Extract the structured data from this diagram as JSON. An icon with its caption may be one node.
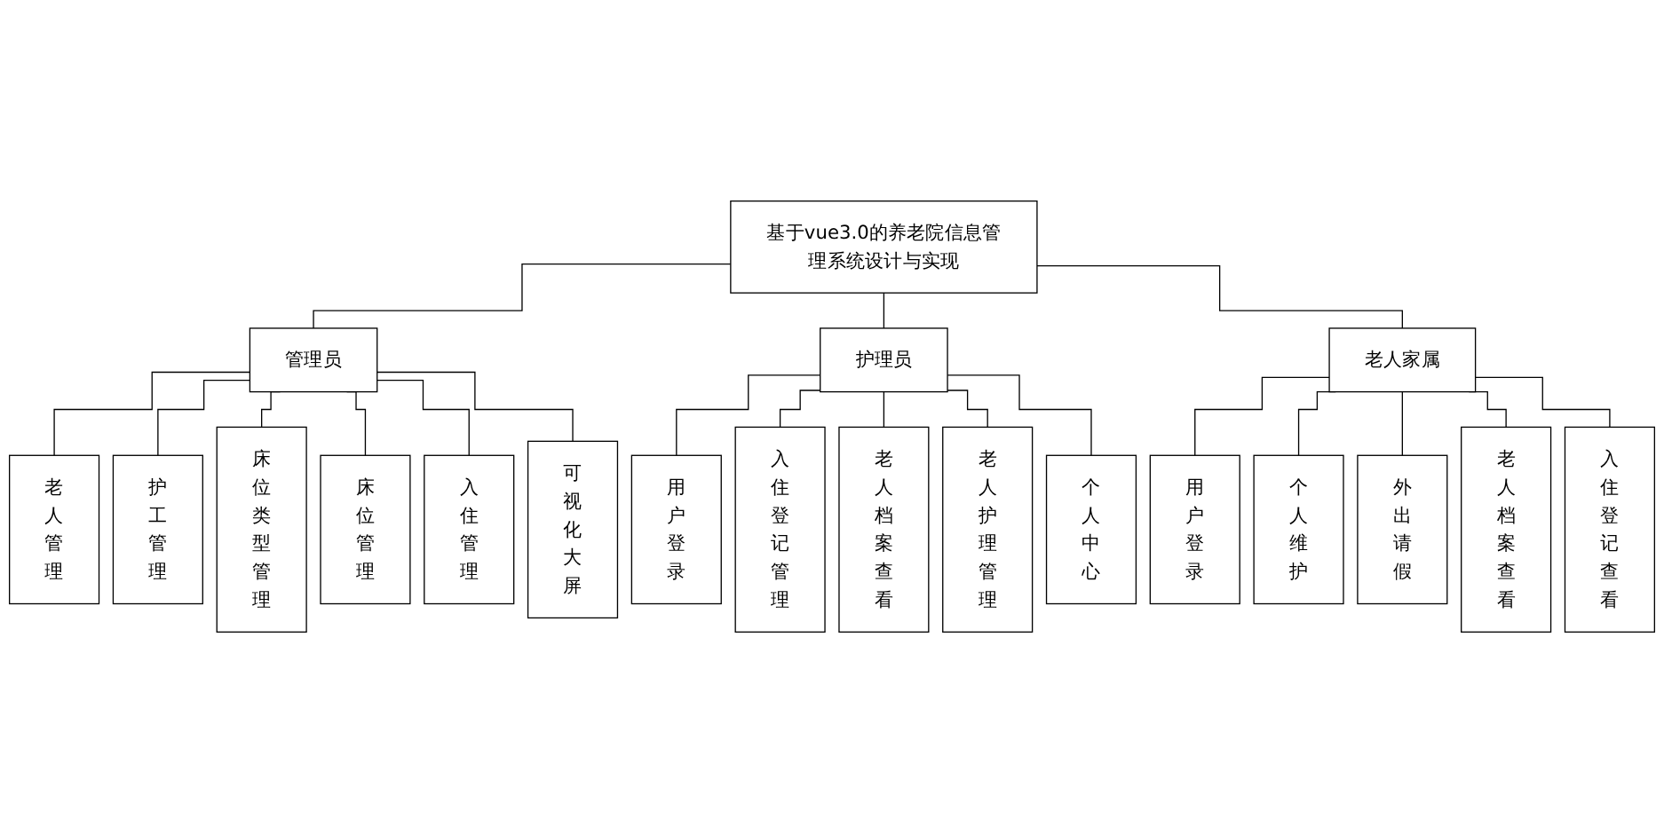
{
  "diagram": {
    "nodes": [
      {
        "text": [
          "基于vue3.0的养老院信息管理系统设计与实现"
        ]
      },
      {
        "text": [
          "管理员"
        ]
      },
      {
        "text": [
          "护理员"
        ]
      },
      {
        "text": [
          "老人家属"
        ]
      },
      {
        "text": [
          "老人管理"
        ]
      },
      {
        "text": [
          "护工管理"
        ]
      },
      {
        "text": [
          "床位类型管理"
        ]
      },
      {
        "text": [
          "床位管理"
        ]
      },
      {
        "text": [
          "入住管理"
        ]
      },
      {
        "text": [
          "可视化大屏"
        ]
      },
      {
        "text": [
          "用户登录"
        ]
      },
      {
        "text": [
          "入住登记管理"
        ]
      },
      {
        "text": [
          "老人档案查看"
        ]
      },
      {
        "text": [
          "老人护理管理"
        ]
      },
      {
        "text": [
          "个人中心"
        ]
      },
      {
        "text": [
          "用户登录"
        ]
      },
      {
        "text": [
          "个人维护"
        ]
      },
      {
        "text": [
          "外出请假"
        ]
      },
      {
        "text": [
          "老人档案查看"
        ]
      },
      {
        "text": [
          "入住登记查看"
        ]
      }
    ],
    "edges": [
      {
        "from": 0,
        "to": 1,
        "arrow": "none"
      },
      {
        "from": 0,
        "to": 2,
        "arrow": "none"
      },
      {
        "from": 0,
        "to": 3,
        "arrow": "none"
      },
      {
        "from": 1,
        "to": 4,
        "arrow": "none"
      },
      {
        "from": 1,
        "to": 5,
        "arrow": "none"
      },
      {
        "from": 1,
        "to": 6,
        "arrow": "none"
      },
      {
        "from": 1,
        "to": 7,
        "arrow": "none"
      },
      {
        "from": 1,
        "to": 8,
        "arrow": "none"
      },
      {
        "from": 1,
        "to": 9,
        "arrow": "none"
      },
      {
        "from": 2,
        "to": 10,
        "arrow": "none"
      },
      {
        "from": 2,
        "to": 11,
        "arrow": "none"
      },
      {
        "from": 2,
        "to": 12,
        "arrow": "none"
      },
      {
        "from": 2,
        "to": 13,
        "arrow": "none"
      },
      {
        "from": 2,
        "to": 14,
        "arrow": "none"
      },
      {
        "from": 3,
        "to": 15,
        "arrow": "none"
      },
      {
        "from": 3,
        "to": 16,
        "arrow": "none"
      },
      {
        "from": 3,
        "to": 17,
        "arrow": "none"
      },
      {
        "from": 3,
        "to": 18,
        "arrow": "none"
      },
      {
        "from": 3,
        "to": 19,
        "arrow": "none"
      }
    ]
  }
}
